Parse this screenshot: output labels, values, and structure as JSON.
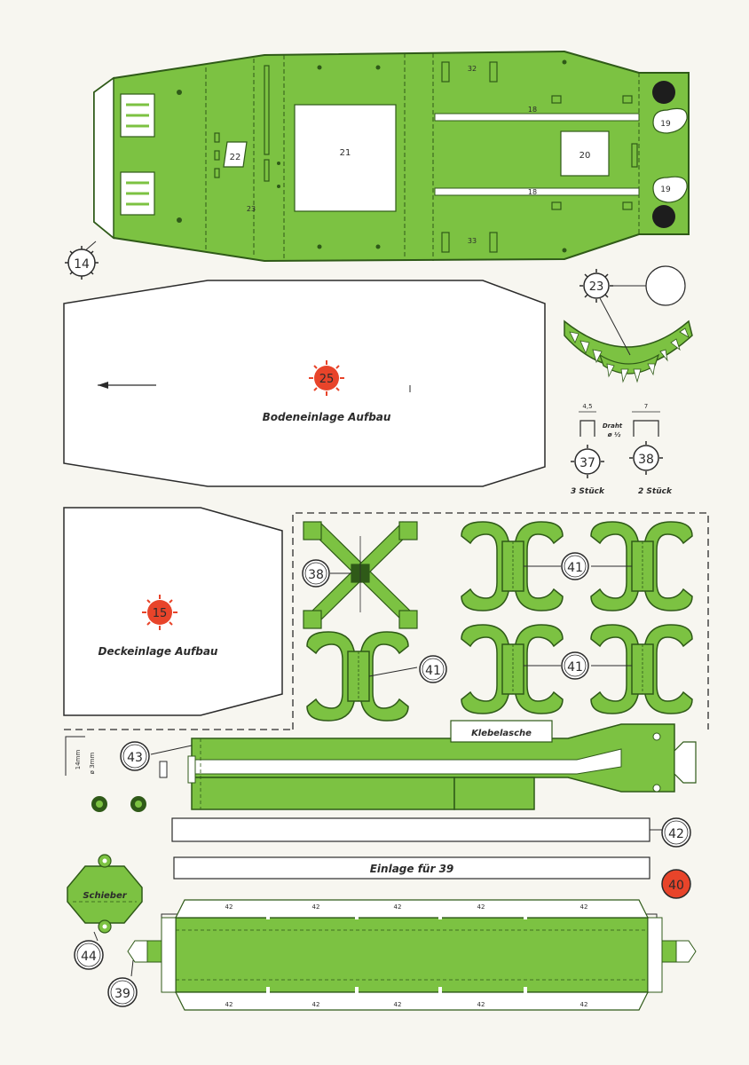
{
  "colors": {
    "paper": "#f7f6f0",
    "green": "#7cc242",
    "dark_green": "#2f5a18",
    "ink": "#2b2b2b",
    "red": "#e8442a",
    "white": "#ffffff"
  },
  "parts": {
    "p14": "14",
    "p15": "15",
    "p18a": "18",
    "p18b": "18",
    "p19a": "19",
    "p19b": "19",
    "p20": "20",
    "p21": "21",
    "p22": "22",
    "p23": "23",
    "p23_small": "23",
    "p25": "25",
    "p32": "32",
    "p33": "33",
    "p37": "37",
    "p38a": "38",
    "p38b": "38",
    "p39": "39",
    "p40": "40",
    "p41a": "41",
    "p41b": "41",
    "p41c": "41",
    "p42": "42",
    "p43": "43",
    "p44": "44"
  },
  "labels": {
    "bodeneinlage": "Bodeneinlage Aufbau",
    "deckeinlage": "Deckeinlage Aufbau",
    "klebelasche": "Klebelasche",
    "einlage39": "Einlage für 39",
    "schieber": "Schieber",
    "stueck3": "3 Stück",
    "stueck2": "2 Stück",
    "draht": "Draht",
    "draht_dia": "ø ½",
    "dim_45": "4,5",
    "dim_7": "7",
    "dim_14mm": "14mm",
    "dim_3mm": "ø 3mm",
    "strip42": "42"
  }
}
